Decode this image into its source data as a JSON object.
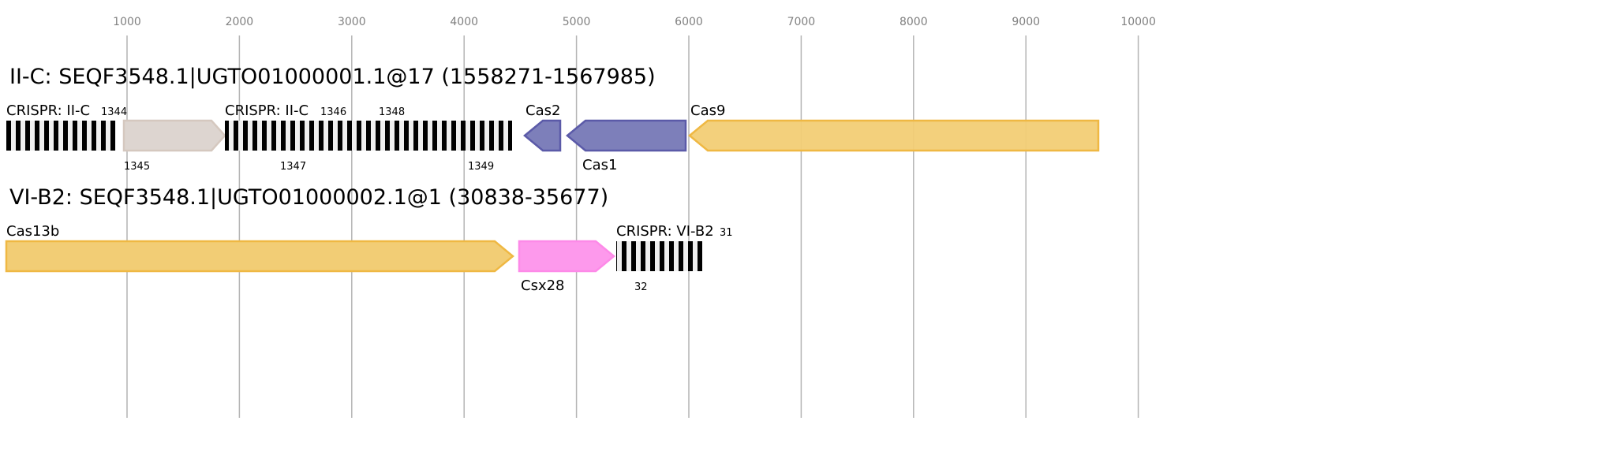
{
  "axis": {
    "ticks": [
      "1000",
      "2000",
      "3000",
      "4000",
      "5000",
      "6000",
      "7000",
      "8000",
      "9000",
      "10000"
    ]
  },
  "loci": [
    {
      "title": "II-C: SEQF3548.1|UGTO01000001.1@17 (1558271-1567985)",
      "crispr1": {
        "label": "CRISPR: II-C",
        "top_id": "1344"
      },
      "gene_grey": {
        "bottom_id": "1345"
      },
      "crispr2": {
        "label": "CRISPR: II-C",
        "top_id1": "1346",
        "top_id2": "1348",
        "bottom_id1": "1347",
        "bottom_id2": "1349"
      },
      "cas2": {
        "label": "Cas2"
      },
      "cas1": {
        "label": "Cas1"
      },
      "cas9": {
        "label": "Cas9"
      }
    },
    {
      "title": "VI-B2: SEQF3548.1|UGTO01000002.1@1 (30838-35677)",
      "cas13b": {
        "label": "Cas13b"
      },
      "csx28": {
        "label": "Csx28"
      },
      "crispr": {
        "label": "CRISPR: VI-B2",
        "top_id": "31",
        "bottom_id": "32"
      }
    }
  ],
  "colors": {
    "cas9": "#f2cd75",
    "cas9_stroke": "#efb843",
    "cas12": "#7d7fba",
    "cas12_stroke": "#5b5aa8",
    "grey": "#ddd5d0",
    "grey_stroke": "#d5c8bf",
    "csx28": "#fd99ec",
    "csx28_stroke": "#fd8ae8"
  }
}
